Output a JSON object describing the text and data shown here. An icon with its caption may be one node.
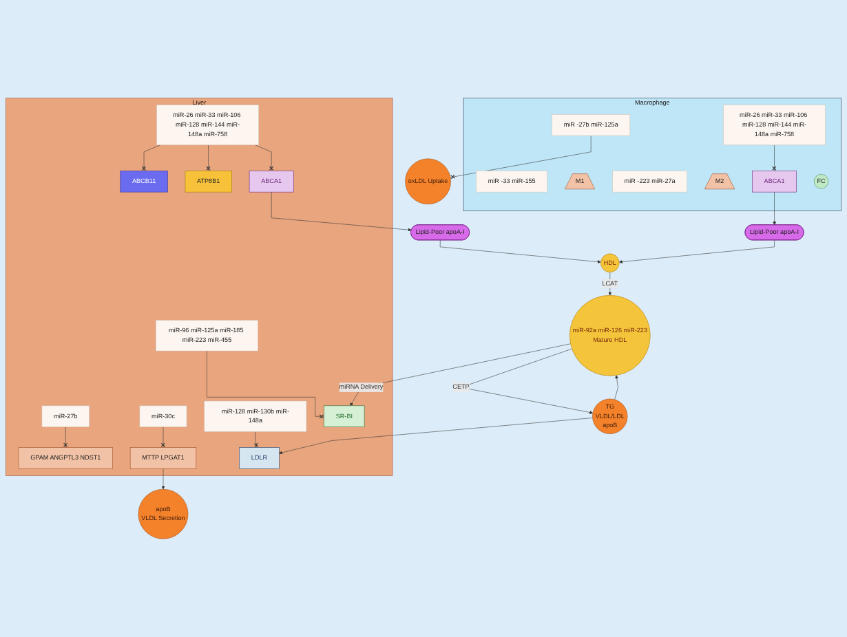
{
  "diagram": {
    "nodes": [
      {
        "text": [
          "Liver"
        ]
      },
      {
        "text": [
          "ABCB11"
        ],
        "in": 0
      },
      {
        "text": [
          "ATP8B1"
        ],
        "in": 0
      },
      {
        "text": [
          "miR-27b"
        ],
        "in": 0
      },
      {
        "text": [
          "GPAM ANGPTL3 NDST1"
        ],
        "in": 0
      },
      {
        "text": [
          "miR-26 miR-33 miR-106 miR-128 miR-144 miR-148a miR-758"
        ],
        "in": 0
      },
      {
        "text": [
          "miR-96 miR-125a miR-185 miR-223 miR-455"
        ],
        "in": 0
      },
      {
        "text": [
          "miR-128 miR-130b miR-148a"
        ],
        "in": 0
      },
      {
        "text": [
          "ABCA1"
        ],
        "in": 0
      },
      {
        "text": [
          "miR-30c"
        ],
        "in": 0
      },
      {
        "text": [
          "MTTP LPGAT1"
        ],
        "in": 0
      },
      {
        "text": [
          "SR-BI"
        ],
        "in": 0
      },
      {
        "text": [
          "LDLR"
        ],
        "in": 0
      },
      {
        "text": [
          "Macrophage"
        ]
      },
      {
        "text": [
          "miR -33 miR-155"
        ],
        "in": 13
      },
      {
        "text": [
          "M1"
        ],
        "in": 13
      },
      {
        "text": [
          "miR -223 miR-27a"
        ],
        "in": 13
      },
      {
        "text": [
          "M2"
        ],
        "in": 13
      },
      {
        "text": [
          "ABCA1"
        ],
        "in": 13
      },
      {
        "text": [
          "FC"
        ],
        "in": 13
      },
      {
        "text": [
          "miR-26 miR-33 miR-106 miR-128 miR-144 miR-148a miR-758"
        ],
        "in": 13
      },
      {
        "text": [
          "miR -27b miR-125a"
        ],
        "in": 13
      },
      {
        "text": [
          "Lipid-Poor apoA-I"
        ]
      },
      {
        "text": [
          "Lipid-Poor apoA-I"
        ]
      },
      {
        "text": [
          "HDL"
        ]
      },
      {
        "text": [
          "apoB",
          "VLDL Secretion"
        ]
      },
      {
        "text": [
          "miR-92a miR-126 miR-223",
          "Mature HDL"
        ]
      },
      {
        "text": [
          "TG",
          "VLDL/LDL",
          "apoB"
        ]
      },
      {
        "text": [
          "oxLDL Uptake"
        ]
      }
    ],
    "edges": [
      {
        "from": 3,
        "to": 4,
        "arrow": "other"
      },
      {
        "from": 5,
        "to": 1,
        "arrow": "other"
      },
      {
        "from": 5,
        "to": 2,
        "arrow": "other"
      },
      {
        "from": 5,
        "to": 8,
        "arrow": "other"
      },
      {
        "from": 6,
        "to": 11,
        "arrow": "other"
      },
      {
        "from": 7,
        "to": 12,
        "arrow": "other"
      },
      {
        "from": 9,
        "to": 10,
        "arrow": "other"
      },
      {
        "from": 10,
        "to": 25,
        "arrow": "to"
      },
      {
        "from": 8,
        "to": 22,
        "arrow": "to"
      },
      {
        "from": 18,
        "to": 23,
        "arrow": "to"
      },
      {
        "from": 20,
        "to": 18,
        "arrow": "other"
      },
      {
        "from": 22,
        "to": 24,
        "arrow": "to"
      },
      {
        "from": 23,
        "to": 24,
        "arrow": "to"
      },
      {
        "from": 24,
        "to": 26,
        "arrow": "to",
        "label": "LCAT"
      },
      {
        "from": 26,
        "to": 11,
        "arrow": "to",
        "label": "miRNA Delivery"
      },
      {
        "from": 26,
        "to": 27,
        "arrow": "to",
        "label": "CETP"
      },
      {
        "from": 27,
        "to": 26,
        "arrow": "to"
      },
      {
        "from": 27,
        "to": 12,
        "arrow": "to"
      },
      {
        "from": 21,
        "to": 28,
        "arrow": "other"
      }
    ]
  }
}
